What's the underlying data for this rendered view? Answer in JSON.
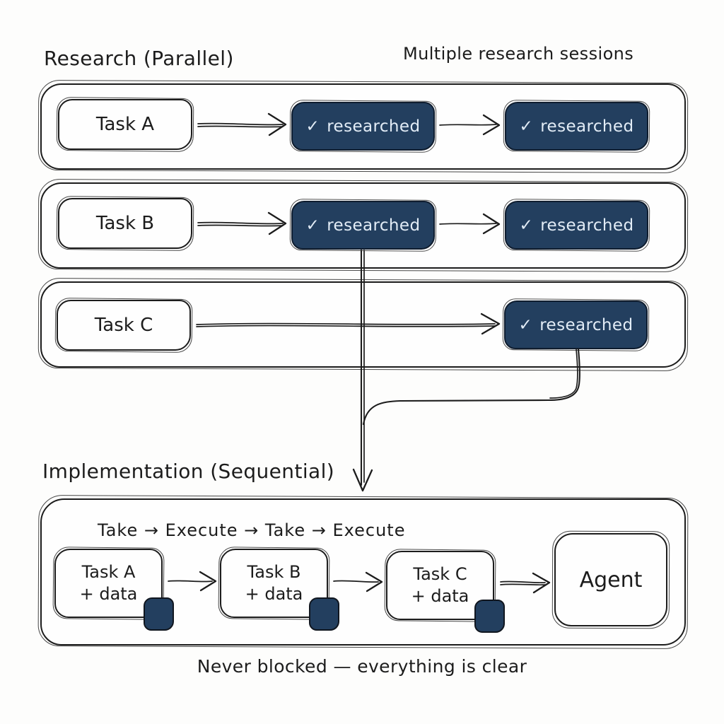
{
  "colors": {
    "background": "#fdfdfc",
    "ink": "#1c1c1c",
    "navy_fill": "#233f5f",
    "navy_border": "#0f1d2f",
    "light_text_on_navy": "#e2ecf6"
  },
  "research_section": {
    "title": "Research (Parallel)",
    "annotation": "Multiple research sessions",
    "rows": [
      {
        "task": "Task A",
        "sessions": [
          {
            "check": "✓",
            "label": "researched"
          },
          {
            "check": "✓",
            "label": "researched"
          }
        ]
      },
      {
        "task": "Task B",
        "sessions": [
          {
            "check": "✓",
            "label": "researched"
          },
          {
            "check": "✓",
            "label": "researched"
          }
        ]
      },
      {
        "task": "Task C",
        "sessions": [
          {
            "check": "✓",
            "label": "researched"
          }
        ]
      }
    ]
  },
  "implementation_section": {
    "title": "Implementation (Sequential)",
    "loop_label": "Take → Execute → Take → Execute",
    "steps": [
      {
        "title": "Task A",
        "subtitle": "+ data"
      },
      {
        "title": "Task B",
        "subtitle": "+ data"
      },
      {
        "title": "Task C",
        "subtitle": "+ data"
      }
    ],
    "agent_label": "Agent",
    "caption": "Never blocked — everything is clear"
  }
}
